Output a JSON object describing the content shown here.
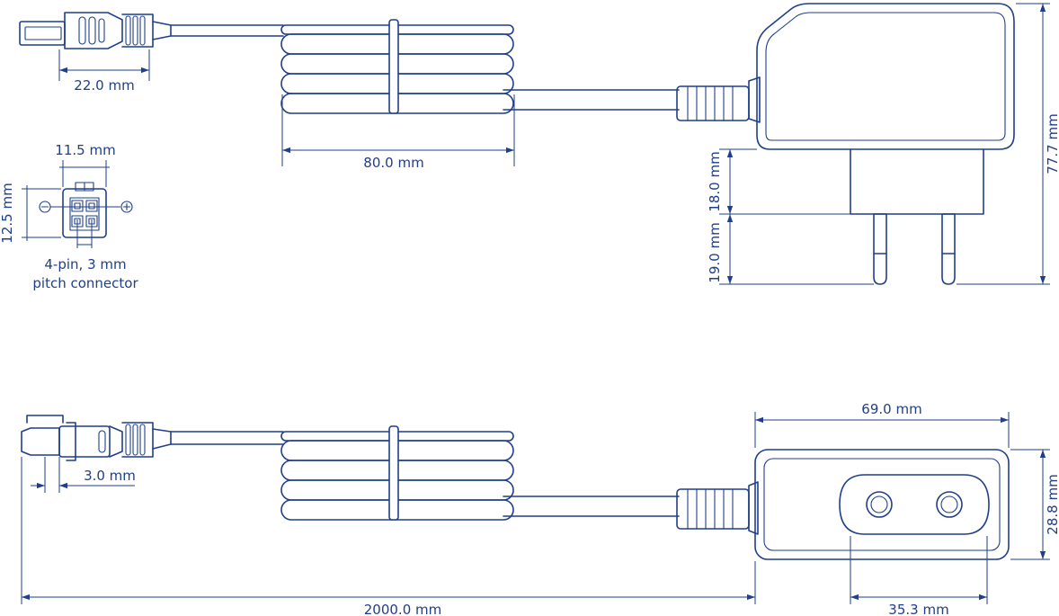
{
  "colors": {
    "line": "#1f3f8a",
    "background": "#ffffff"
  },
  "labels": {
    "plug_length": "22.0 mm",
    "coil_width": "80.0 mm",
    "connector_width": "11.5 mm",
    "connector_height": "12.5 mm",
    "connector_description_line1": "4-pin, 3 mm",
    "connector_description_line2": "pitch connector",
    "pin_base_height": "18.0 mm",
    "pin_length": "19.0 mm",
    "total_height": "77.7 mm",
    "plug_offset": "3.0 mm",
    "adapter_width": "69.0 mm",
    "adapter_depth": "28.8 mm",
    "cable_length": "2000.0 mm",
    "socket_width": "35.3 mm"
  },
  "symbols": {
    "minus": "minus-icon",
    "plus": "plus-icon"
  }
}
